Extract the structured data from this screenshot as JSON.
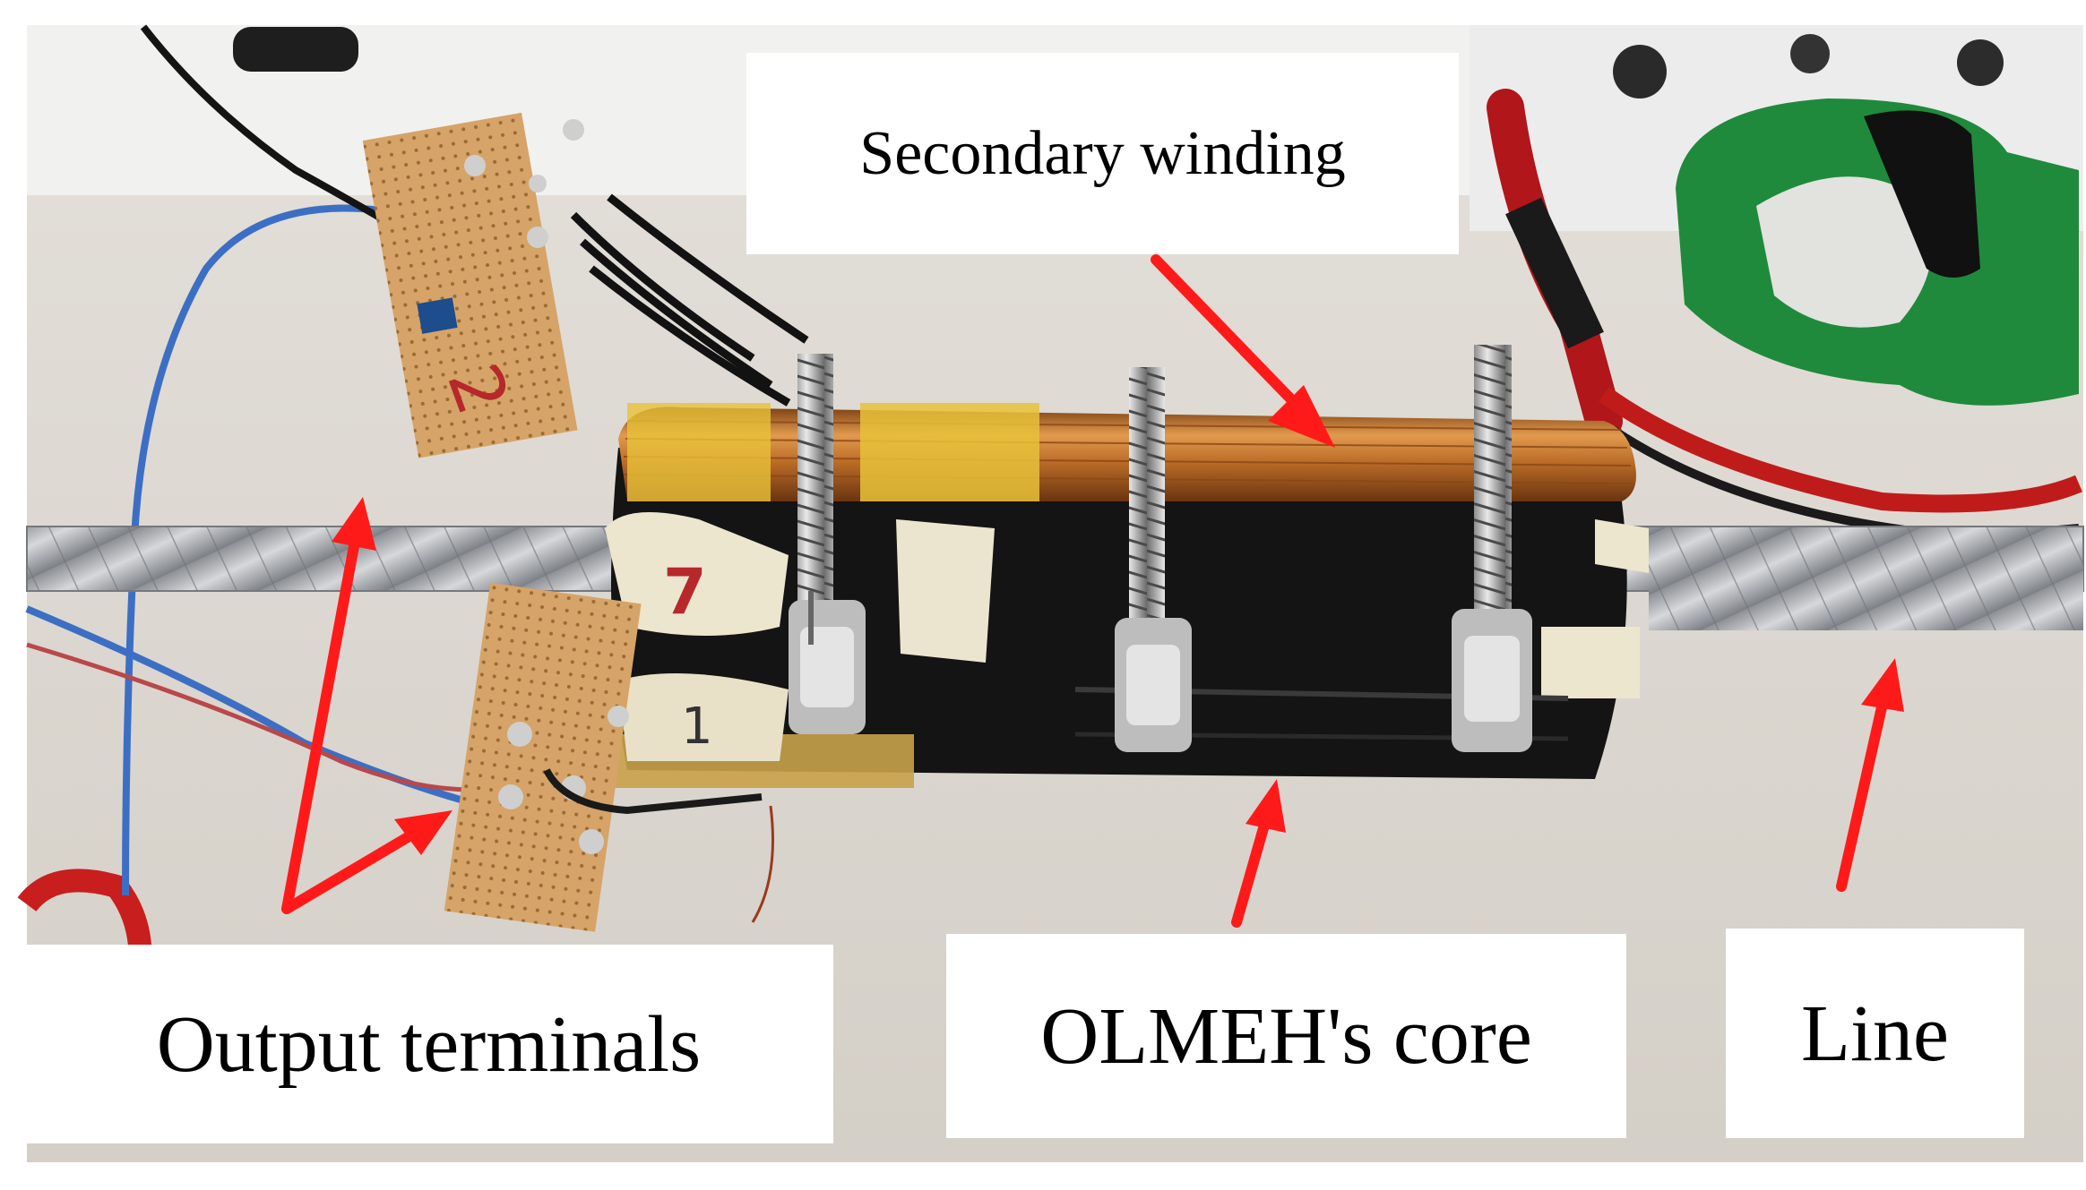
{
  "labels": {
    "secondary_winding": "Secondary winding",
    "output_terminals": "Output terminals",
    "core": "OLMEH's core",
    "line": "Line"
  },
  "pcb_digits": {
    "upper_board": "2",
    "core_tape_upper": "7",
    "core_tape_lower": "1"
  },
  "colors": {
    "arrow": "#ff1a1a",
    "copper_winding": "#c47a2a",
    "core_tape": "#141414",
    "pcb": "#d7a466",
    "background": "#d9d5cf"
  }
}
